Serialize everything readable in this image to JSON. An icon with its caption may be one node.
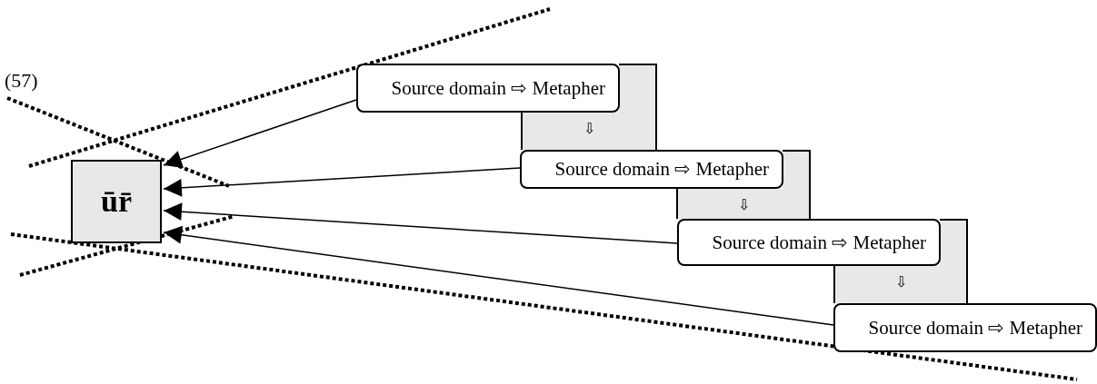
{
  "diagram": {
    "nodes": [
      {
        "text": [
          "ūr̄"
        ]
      },
      {
        "text": [
          "Source domain ⇨ Metapher"
        ]
      },
      {
        "text": [
          "⇩"
        ]
      },
      {
        "text": [
          "Source domain ⇨ Metapher"
        ]
      },
      {
        "text": [
          "⇩"
        ]
      },
      {
        "text": [
          "Source domain ⇨ Metapher"
        ]
      },
      {
        "text": [
          "⇩"
        ]
      },
      {
        "text": [
          "Source domain ⇨ Metapher"
        ]
      }
    ],
    "edges": [
      {
        "from": 1,
        "to": 0,
        "arrow": "to"
      },
      {
        "from": 3,
        "to": 0,
        "arrow": "to"
      },
      {
        "from": 5,
        "to": 0,
        "arrow": "to"
      },
      {
        "from": 7,
        "to": 0,
        "arrow": "to"
      }
    ],
    "labels": [
      "(57)"
    ]
  }
}
